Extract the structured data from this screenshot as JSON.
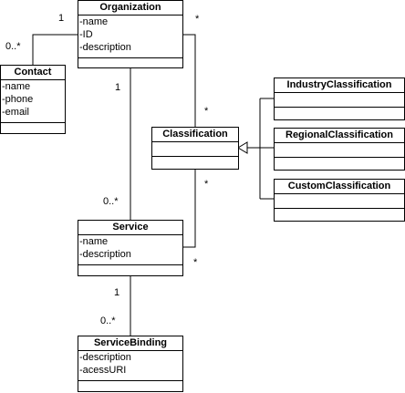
{
  "classes": {
    "organization": {
      "name": "Organization",
      "attributes": [
        "-name",
        "-ID",
        "-description"
      ]
    },
    "contact": {
      "name": "Contact",
      "attributes": [
        "-name",
        "-phone",
        "-email"
      ]
    },
    "classification": {
      "name": "Classification",
      "attributes": []
    },
    "industry": {
      "name": "IndustryClassification",
      "attributes": []
    },
    "regional": {
      "name": "RegionalClassification",
      "attributes": []
    },
    "custom": {
      "name": "CustomClassification",
      "attributes": []
    },
    "service": {
      "name": "Service",
      "attributes": [
        "-name",
        "-description"
      ]
    },
    "binding": {
      "name": "ServiceBinding",
      "attributes": [
        "-description",
        "-acessURI"
      ]
    }
  },
  "multiplicities": {
    "org_contact_org": "1",
    "org_contact_contact": "0..*",
    "org_service_org": "1",
    "org_service_service": "0..*",
    "org_class_org": "*",
    "org_class_class": "*",
    "svc_class_class": "*",
    "svc_class_service": "*",
    "svc_binding_service": "1",
    "svc_binding_binding": "0..*"
  },
  "colors": {
    "line": "#000000",
    "box_fill": "#ffffff",
    "background": "#ffffff"
  }
}
